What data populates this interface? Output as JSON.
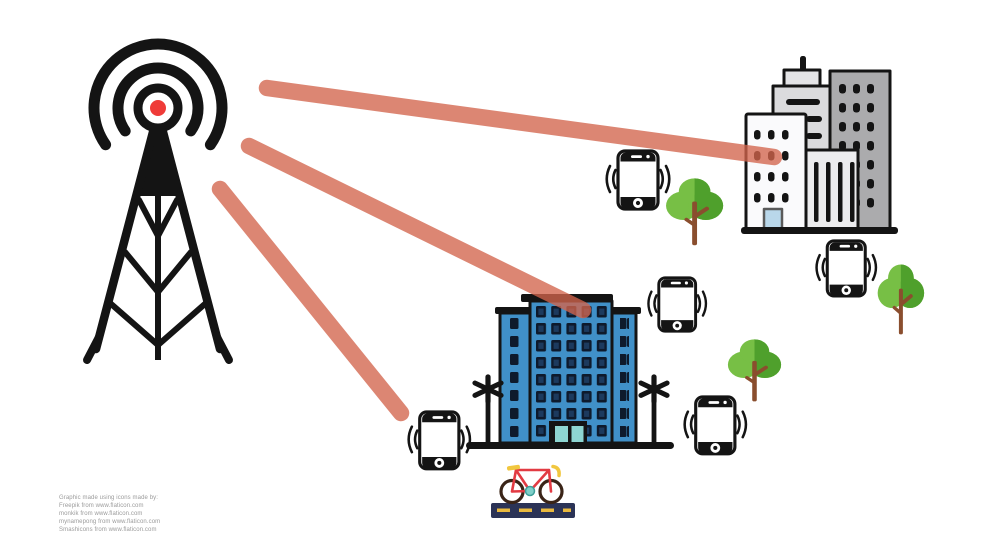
{
  "attribution": {
    "lines": [
      "Graphic made using icons made by:",
      "Freepik from www.flaticon.com",
      "monkik from www.flaticon.com",
      "mynamepong from www.flaticon.com",
      "Smashicons from www.flaticon.com"
    ]
  },
  "icons": {
    "tower": "radio-tower-icon",
    "beam": "signal-beam",
    "phone": "smartphone-icon",
    "tree": "tree-icon",
    "palm": "palm-tree-icon",
    "gray_buildings": "office-building-complex-icon",
    "blue_building": "apartment-building-icon",
    "bicycle": "bicycle-icon",
    "road": "road-segment-icon"
  },
  "colors": {
    "ink": "#141414",
    "beam": "#D2644C",
    "tower_red": "#EF3B38",
    "tree_light": "#77BF45",
    "tree_dark": "#4FA02C",
    "trunk": "#8A4E2E",
    "building_blue": "#4090C8",
    "window_navy": "#0E1A2C",
    "window_inner": "#1C3A5E",
    "door_teal": "#8ED6D2",
    "gray_mid": "#DBDBDD",
    "gray_dark": "#ABABAD",
    "gray_front": "#ECECEE",
    "gray_pent": "#E4E4E6",
    "white_building": "#FAFAFC",
    "door_blue": "#B9D7EA",
    "road_navy": "#2B3356",
    "road_dash": "#E9B93E",
    "bike_red": "#E23B43",
    "bike_yellow": "#F1C73F",
    "bike_teal": "#7FCFC9",
    "bike_wheel": "#3A2417"
  }
}
